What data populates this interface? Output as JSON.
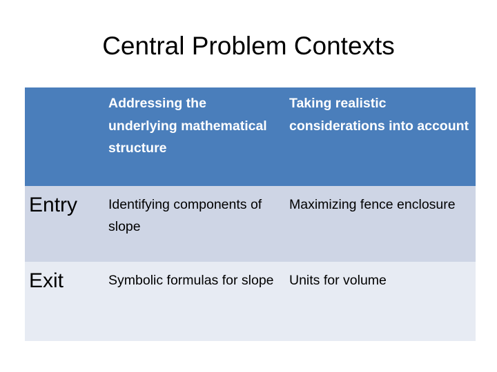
{
  "slide": {
    "title": "Central Problem Contexts",
    "background_color": "#ffffff"
  },
  "table": {
    "header_bg": "#4a7ebb",
    "header_text_color": "#ffffff",
    "entry_row_bg": "#ced5e5",
    "exit_row_bg": "#e7ebf3",
    "columns": [
      {
        "label": ""
      },
      {
        "label": "Addressing the underlying mathematical structure"
      },
      {
        "label": "Taking realistic considerations into account"
      }
    ],
    "rows": [
      {
        "label": "Entry",
        "cells": [
          "Identifying components of slope",
          "Maximizing fence enclosure"
        ]
      },
      {
        "label": "Exit",
        "cells": [
          "Symbolic formulas for slope",
          "Units for volume"
        ]
      }
    ]
  }
}
